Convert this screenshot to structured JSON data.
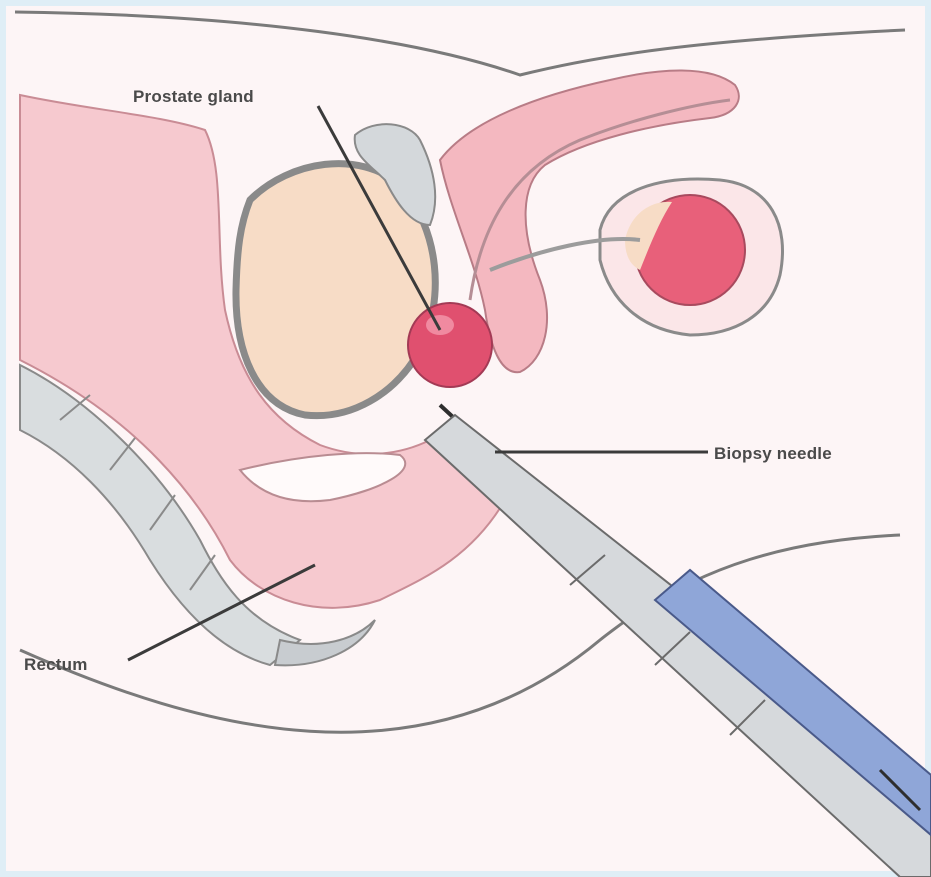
{
  "labels": {
    "prostate_gland": "Prostate gland",
    "biopsy_needle": "Biopsy needle",
    "rectum": "Rectum"
  },
  "colors": {
    "background": "#fdf5f6",
    "tissue_pink": "#f6c9cf",
    "tissue_dark_pink": "#efa9b4",
    "bladder": "#f7dcc6",
    "prostate": "#e0506f",
    "testis": "#e8607a",
    "bone_gray": "#d4d8db",
    "needle_blue": "#8fa6d8",
    "outline": "#6b6b6b"
  }
}
